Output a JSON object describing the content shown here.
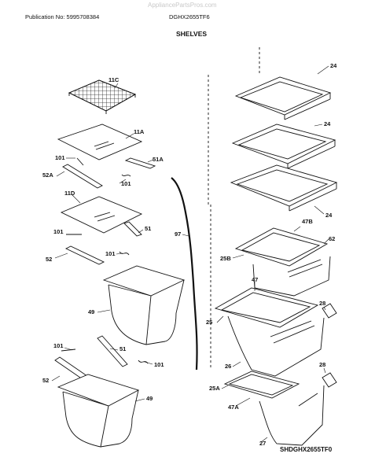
{
  "header": {
    "watermark": "AppliancePartsPros.com",
    "publication": "Publication No: 5995708384",
    "model": "DGHX2655TF6",
    "title": "SHELVES"
  },
  "footer": {
    "diagram_code": "SHDGHX2655TF0"
  },
  "callouts": {
    "c11C": "11C",
    "c11A": "11A",
    "c101a": "101",
    "c51A": "51A",
    "c52A": "52A",
    "c101b": "101",
    "c11D": "11D",
    "c101c": "101",
    "c51a": "51",
    "c52": "52",
    "c101d": "101",
    "c97": "97",
    "c49a": "49",
    "c101e": "101",
    "c51b": "51",
    "c101f": "101",
    "c52b": "52",
    "c49b": "49",
    "c24a": "24",
    "c24b": "24",
    "c24c": "24",
    "c47B": "47B",
    "c62": "62",
    "c25B": "25B",
    "c47": "47",
    "c28a": "28",
    "c25": "25",
    "c26": "26",
    "c28b": "28",
    "c25A": "25A",
    "c47A": "47A",
    "c27": "27"
  }
}
